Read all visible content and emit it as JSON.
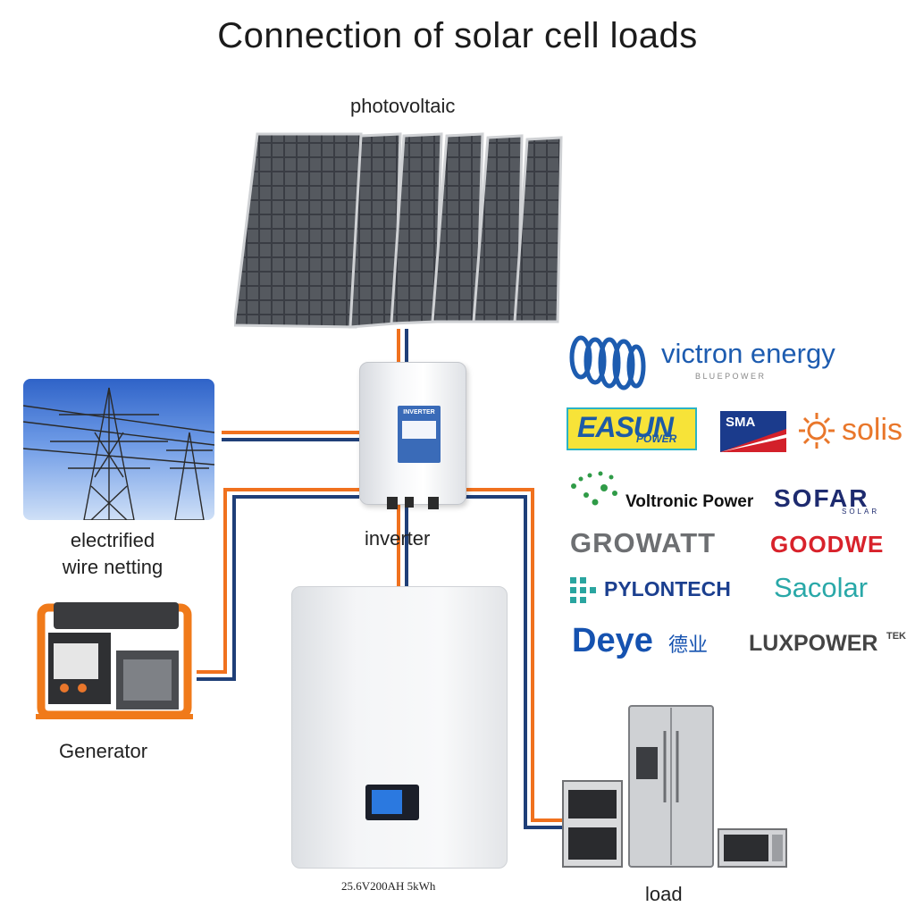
{
  "title": "Connection of solar cell loads",
  "labels": {
    "photovoltaic": "photovoltaic",
    "electrified_line1": "electrified",
    "electrified_line2": "wire netting",
    "inverter": "inverter",
    "generator": "Generator",
    "battery_spec": "25.6V200AH 5kWh",
    "load": "load",
    "inverter_badge": "INVERTER"
  },
  "brands": {
    "victron": "victron energy",
    "victron_sub": "B L U E   P O W E R",
    "easun_main": "EASUN",
    "easun_sub": "POWER",
    "sma": "SMA",
    "solis": "solis",
    "voltronic": "Voltronic Power",
    "sofar": "SOFAR",
    "sofar_sub": "SOLAR",
    "growatt": "GROWATT",
    "goodwe": "GOODWE",
    "pylontech": "PYLONTECH",
    "sacolar": "Sacolar",
    "deye": "Deye",
    "deye_cn": "德业",
    "luxpower": "LUXPOWER",
    "luxpower_tek": "TEK"
  },
  "colors": {
    "wire_orange": "#f0711e",
    "wire_blue": "#1f3f78"
  }
}
